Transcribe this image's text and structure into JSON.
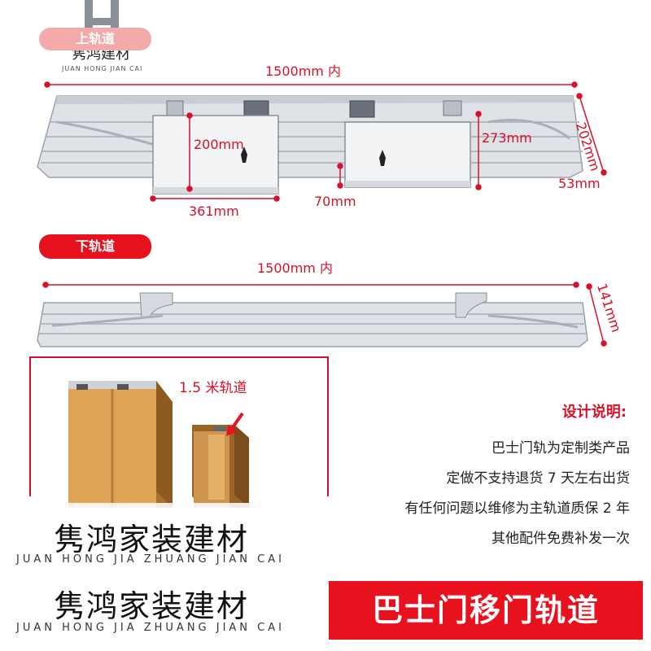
{
  "logo": {
    "icon": "h-logo-icon",
    "text_cn": "隽鸿建材",
    "text_en": "JUAN HONG JIAN CAI"
  },
  "upper_track": {
    "label": "上轨道",
    "width_label": "1500mm 内",
    "height_label": "202mm",
    "depth_label": "53mm",
    "plate_height_label": "200mm",
    "plate_width_label": "361mm",
    "gap_label": "70mm",
    "offset_label": "273mm"
  },
  "lower_track": {
    "label": "下轨道",
    "width_label": "1500mm 内",
    "height_label": "141mm"
  },
  "door_example": {
    "label": "1.5 米轨道"
  },
  "design_notes": {
    "title": "设计说明:",
    "lines": [
      "巴士门轨为定制类产品",
      "定做不支持退货 7 天左右出货",
      "有任何问题以维修为主轨道质保 2 年",
      "其他配件免费补发一次"
    ]
  },
  "watermark": {
    "cn": "隽鸿家装建材",
    "en": "JUAN HONG JIA ZHUANG JIAN CAI"
  },
  "banner": {
    "title": "巴士门移门轨道"
  },
  "colors": {
    "accent": "#e8121f",
    "dimension": "#d8102a",
    "aluminum": "#d9dde2"
  }
}
